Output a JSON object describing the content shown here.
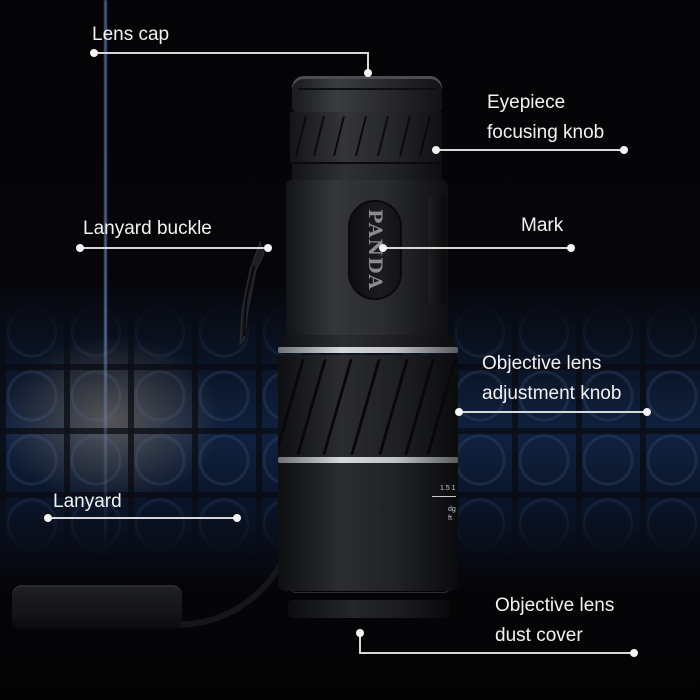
{
  "product": {
    "brand_mark": "PANDA",
    "scale_markings": [
      "1.5 1",
      "dg",
      "ft"
    ]
  },
  "callouts": [
    {
      "id": "lens-cap",
      "lines": [
        "Lens cap"
      ]
    },
    {
      "id": "eyepiece-focusing-knob",
      "lines": [
        "Eyepiece",
        "focusing knob"
      ]
    },
    {
      "id": "lanyard-buckle",
      "lines": [
        "Lanyard buckle"
      ]
    },
    {
      "id": "mark",
      "lines": [
        "Mark"
      ]
    },
    {
      "id": "objective-lens-adjustment-knob",
      "lines": [
        "Objective lens",
        "adjustment knob"
      ]
    },
    {
      "id": "lanyard",
      "lines": [
        "Lanyard"
      ]
    },
    {
      "id": "objective-lens-dust-cover",
      "lines": [
        "Objective lens",
        "dust cover"
      ]
    }
  ],
  "colors": {
    "background": "#050406",
    "glow_blue": "#10213f",
    "label_text": "#f2f2f2",
    "leader_line": "#d8d8d8",
    "silver_ring": "#d6d8dc"
  }
}
